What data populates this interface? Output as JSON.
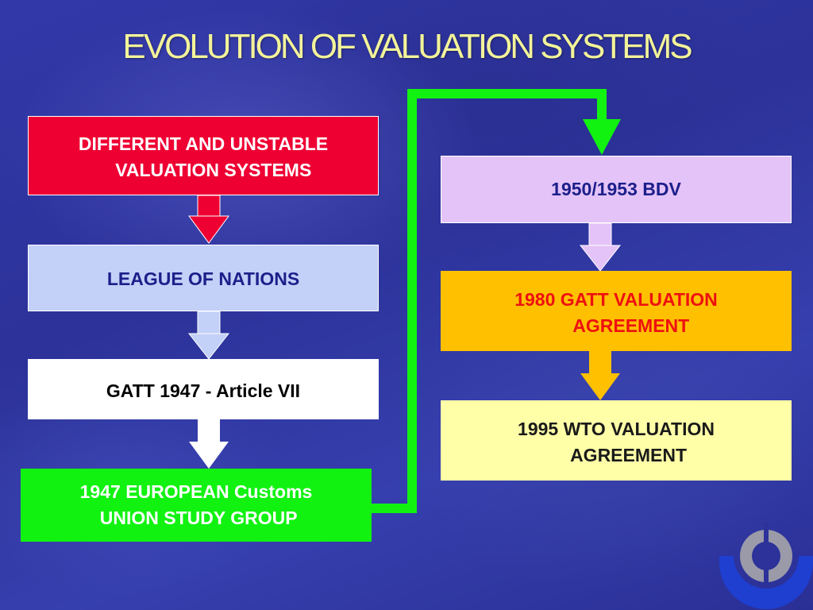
{
  "title": "EVOLUTION OF VALUATION SYSTEMS",
  "boxes": {
    "different_unstable": "DIFFERENT AND UNSTABLE\n    VALUATION SYSTEMS",
    "league": "LEAGUE OF NATIONS",
    "gatt1947": "GATT 1947 - Article VII",
    "european": "1947 EUROPEAN Customs\n UNION STUDY GROUP",
    "bdv": "1950/1953 BDV",
    "gatt1980": "1980 GATT VALUATION\n      AGREEMENT",
    "wto1995": "1995 WTO VALUATION\n     AGREEMENT"
  },
  "colors": {
    "title": "#f3f39a",
    "red": "#ee0033",
    "light_blue": "#c3d0f7",
    "green": "#11f211",
    "lavender": "#e4c3f8",
    "orange": "#ffc000",
    "light_yellow": "#ffffa8",
    "logo_blue": "#1e3fd0"
  },
  "logo_icon": "organization-logo-icon"
}
